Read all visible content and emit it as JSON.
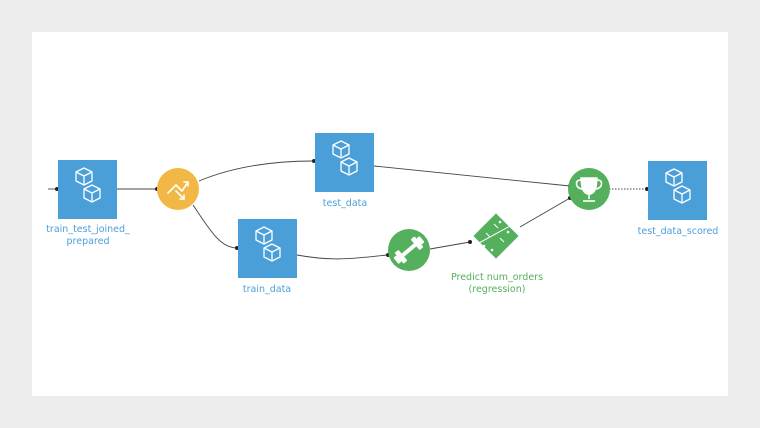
{
  "colors": {
    "dataset": "#4a9fd9",
    "recipe_split": "#f2b846",
    "model": "#55b05e",
    "edge": "#444444",
    "dataset_label": "#4a9fd9",
    "model_label": "#55b05e"
  },
  "nodes": {
    "train_test_joined": {
      "label_line1": "train_test_joined_",
      "label_line2": "prepared",
      "icon": "cubes-icon"
    },
    "split_recipe": {
      "icon": "split-arrows-icon"
    },
    "test_data": {
      "label": "test_data",
      "icon": "cubes-icon"
    },
    "train_data": {
      "label": "train_data",
      "icon": "cubes-icon"
    },
    "train_recipe": {
      "icon": "dumbbell-icon"
    },
    "saved_model": {
      "label_line1": "Predict num_orders",
      "label_line2": "(regression)",
      "icon": "model-icon"
    },
    "score_recipe": {
      "icon": "trophy-icon"
    },
    "test_data_scored": {
      "label": "test_data_scored",
      "icon": "cubes-icon"
    }
  }
}
